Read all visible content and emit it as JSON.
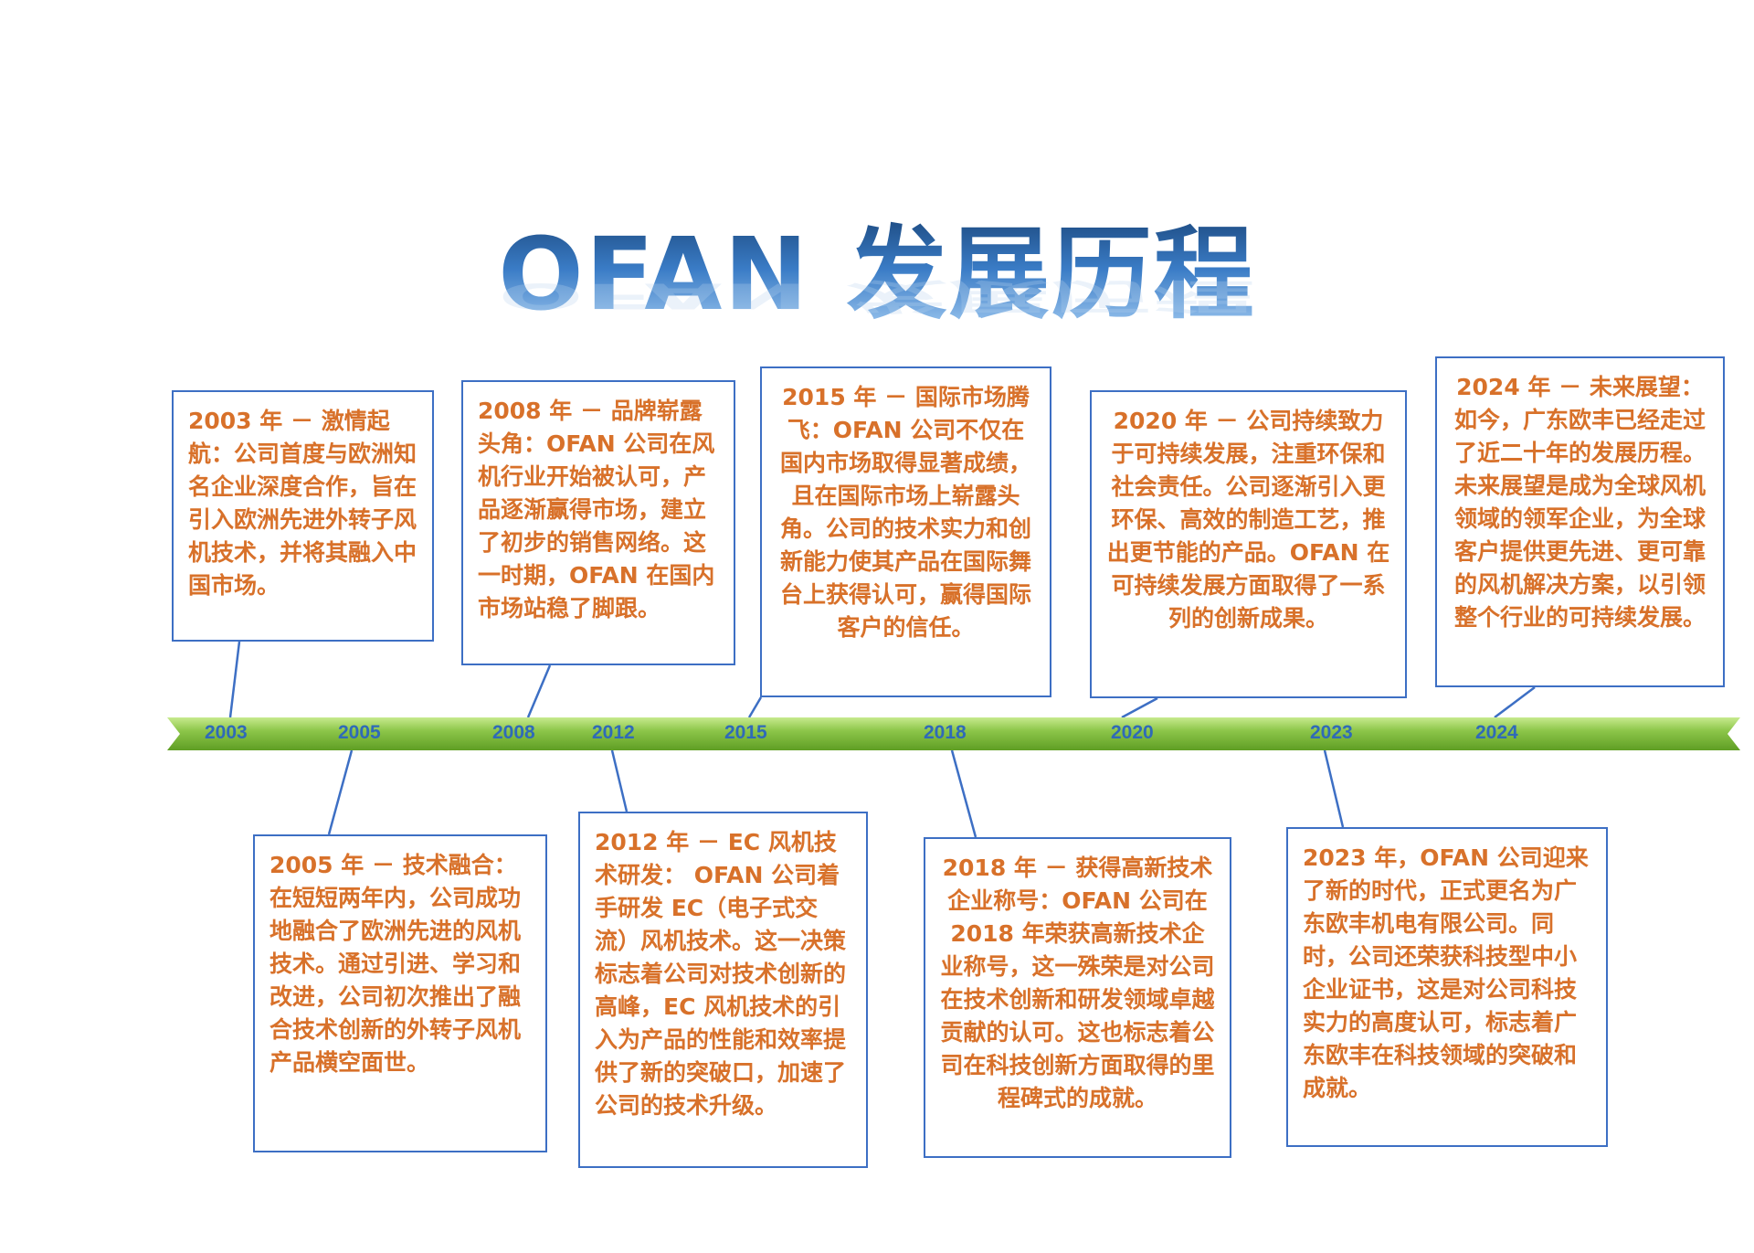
{
  "title": "OFAN 发展历程",
  "colors": {
    "box_border": "#3d6fc4",
    "box_text": "#d8712a",
    "timeline": "#8dc64a",
    "year_text": "#2f6ab8"
  },
  "timeline": {
    "years": [
      "2003",
      "2005",
      "2008",
      "2012",
      "2015",
      "2018",
      "2020",
      "2023",
      "2024"
    ]
  },
  "events": {
    "e2003": "2003 年 － 激情起航：公司首度与欧洲知名企业深度合作，旨在引入欧洲先进外转子风机技术，并将其融入中国市场。",
    "e2005": "2005 年 － 技术融合：在短短两年内，公司成功地融合了欧洲先进的风机技术。通过引进、学习和改进，公司初次推出了融合技术创新的外转子风机产品横空面世。",
    "e2008": "2008 年 － 品牌崭露头角：OFAN 公司在风机行业开始被认可，产品逐渐赢得市场，建立了初步的销售网络。这一时期，OFAN 在国内市场站稳了脚跟。",
    "e2012": "2012 年 － EC 风机技术研发： OFAN 公司着手研发 EC（电子式交流）风机技术。这一决策标志着公司对技术创新的高峰，EC 风机技术的引入为产品的性能和效率提供了新的突破口，加速了公司的技术升级。",
    "e2015": "2015 年 － 国际市场腾飞：OFAN 公司不仅在国内市场取得显著成绩，且在国际市场上崭露头角。公司的技术实力和创新能力使其产品在国际舞台上获得认可，赢得国际客户的信任。",
    "e2018": "2018 年 － 获得高新技术企业称号：OFAN 公司在 2018 年荣获高新技术企业称号，这一殊荣是对公司在技术创新和研发领域卓越贡献的认可。这也标志着公司在科技创新方面取得的里程碑式的成就。",
    "e2020": "2020 年 － 公司持续致力于可持续发展，注重环保和社会责任。公司逐渐引入更环保、高效的制造工艺，推出更节能的产品。OFAN 在可持续发展方面取得了一系列的创新成果。",
    "e2023": "2023 年，OFAN 公司迎来了新的时代，正式更名为广东欧丰机电有限公司。同时，公司还荣获科技型中小企业证书，这是对公司科技实力的高度认可，标志着广东欧丰在科技领域的突破和成就。",
    "e2024": "2024 年 － 未来展望：如今，广东欧丰已经走过了近二十年的发展历程。未来展望是成为全球风机领域的领军企业，为全球客户提供更先进、更可靠的风机解决方案，以引领整个行业的可持续发展。"
  }
}
